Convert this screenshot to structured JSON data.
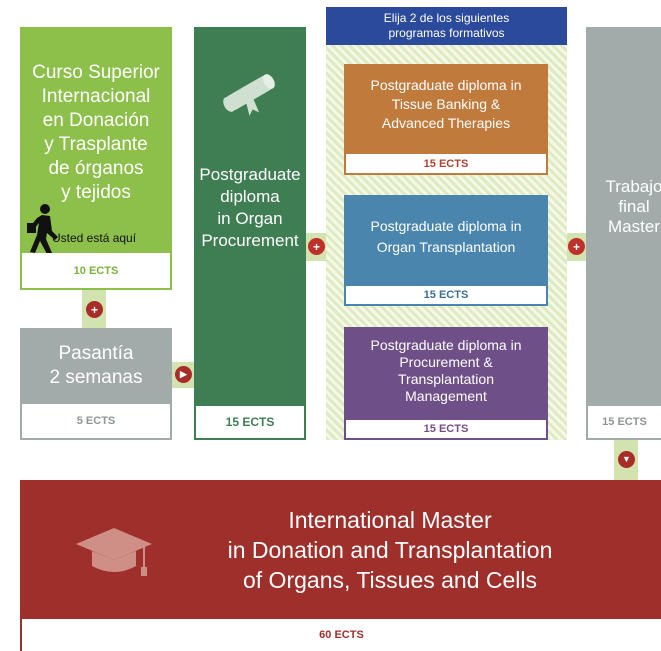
{
  "curso": {
    "title_lines": [
      "Curso Superior",
      "Internacional",
      "en Donación",
      "y Trasplante",
      "de órganos",
      "y tejidos"
    ],
    "here_label": "Usted está aquí",
    "ects": "10 ECTS"
  },
  "pasantia": {
    "title_lines": [
      "Pasantía",
      "2 semanas"
    ],
    "ects": "5 ECTS"
  },
  "procurement": {
    "title_lines": [
      "Postgraduate",
      "diploma",
      "in Organ",
      "Procurement"
    ],
    "ects": "15  ECTS"
  },
  "choice": {
    "header_lines": [
      "Elija 2 de los siguientes",
      "programas formativos"
    ],
    "options": [
      {
        "title_lines": [
          "Postgraduate diploma in",
          "Tissue Banking &",
          "Advanced Therapies"
        ],
        "ects": "15 ECTS",
        "color": "#c07a3c"
      },
      {
        "title_lines": [
          "Postgraduate diploma in",
          "Organ Transplantation"
        ],
        "ects": "15 ECTS",
        "color": "#4a85ad"
      },
      {
        "title_lines": [
          "Postgraduate diploma in",
          "Procurement &",
          "Transplantation",
          "Management"
        ],
        "ects": "15 ECTS",
        "color": "#6f4f87"
      }
    ]
  },
  "trabajo": {
    "title_lines": [
      "Trabajo",
      "final",
      "Master"
    ],
    "ects": "15 ECTS"
  },
  "master": {
    "title_lines": [
      "International Master",
      "in Donation and Transplantation",
      "of Organs, Tissues and Cells"
    ],
    "ects": "60 ECTS"
  },
  "colors": {
    "green_light": "#8dc04a",
    "green_dark": "#3f7d53",
    "grey": "#a3abaa",
    "navy": "#2c4a9b",
    "master_red": "#9e2f2b",
    "connector_green": "#d3e3b0"
  },
  "icons": [
    "walking-person-icon",
    "diploma-scroll-icon",
    "graduation-cap-icon",
    "plus-icon",
    "arrow-right-icon",
    "arrow-down-icon"
  ]
}
